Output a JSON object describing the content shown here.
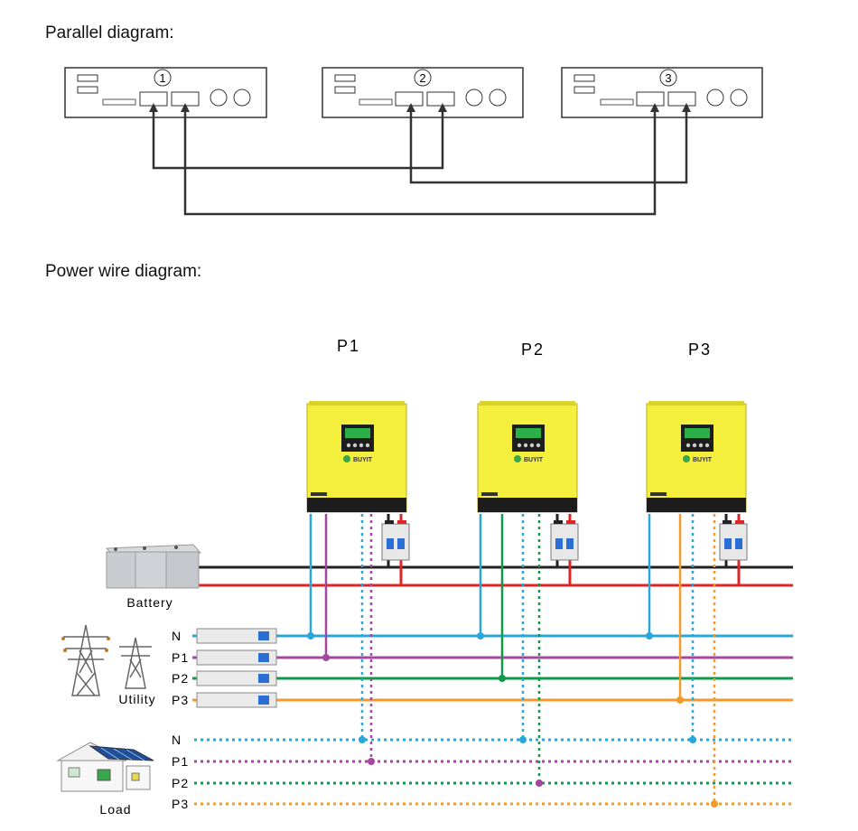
{
  "headings": {
    "parallel": "Parallel diagram:",
    "power": "Power wire diagram:"
  },
  "parallel_units": [
    {
      "number": "1"
    },
    {
      "number": "2"
    },
    {
      "number": "3"
    }
  ],
  "inverters": [
    {
      "phase_label": "P1",
      "brand": "BUYIT"
    },
    {
      "phase_label": "P2",
      "brand": "BUYIT"
    },
    {
      "phase_label": "P3",
      "brand": "BUYIT"
    }
  ],
  "battery": {
    "label": "Battery"
  },
  "utility": {
    "label": "Utility",
    "lines": [
      "N",
      "P1",
      "P2",
      "P3"
    ]
  },
  "load": {
    "label": "Load",
    "lines": [
      "N",
      "P1",
      "P2",
      "P3"
    ]
  },
  "colors": {
    "neutral": "#2aa7d9",
    "p1": "#a4479f",
    "p2": "#12984a",
    "p3": "#f39a2c",
    "battery_pos": "#e02424",
    "battery_neg": "#222222",
    "inverter_body": "#f4ee3c",
    "cable": "#333333"
  },
  "icons": [
    "tower-icon",
    "house-solar-icon",
    "battery-bank-icon",
    "breaker-icon",
    "lcd-screen-icon",
    "buyit-logo-icon"
  ]
}
